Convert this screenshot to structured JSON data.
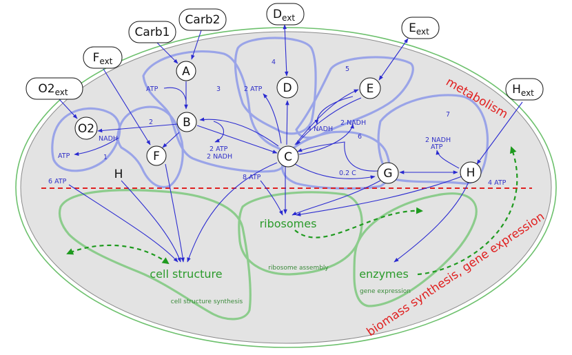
{
  "colors": {
    "arrow": "#2a2ad0",
    "pathway": "#9aa4e8",
    "biomass": "#8ccc8c",
    "green_text": "#2a9a2a",
    "divider": "#e02020",
    "cell_fill": "#e3e3e3",
    "outer_membrane": "#6cc06c"
  },
  "metabolites": {
    "A": "A",
    "B": "B",
    "C": "C",
    "D": "D",
    "E": "E",
    "F": "F",
    "G": "G",
    "H": "H",
    "O2": "O2"
  },
  "external": {
    "carb1": "Carb1",
    "carb2": "Carb2",
    "f_base": "F",
    "f_sub": "ext",
    "d_base": "D",
    "d_sub": "ext",
    "e_base": "E",
    "e_sub": "ext",
    "h_base": "H",
    "h_sub": "ext",
    "o2_base": "O2",
    "o2_sub": "ext"
  },
  "plain_h": "H",
  "pathway_numbers": [
    "1",
    "2",
    "3",
    "4",
    "5",
    "6",
    "7"
  ],
  "reaction_labels": {
    "nadh_1": "NADH",
    "atp_1": "ATP",
    "atp_a": "ATP",
    "atp2_b": "2 ATP",
    "nadh2_b": "2 NADH",
    "atp2_d": "2 ATP",
    "nadh4_c": "4 NADH",
    "nadh2_c": "2 NADH",
    "c02": "0.2 C",
    "nadh2_h": "2 NADH",
    "atp_h": "ATP",
    "atp6": "6 ATP",
    "atp8": "8 ATP",
    "atp4": "4 ATP"
  },
  "biomass": {
    "ribosomes": "ribosomes",
    "cell_structure": "cell structure",
    "enzymes": "enzymes",
    "ribosome_assembly": "ribosome assembly",
    "cell_structure_synthesis": "cell structure synthesis",
    "gene_expression": "gene expression"
  },
  "regions": {
    "metabolism": "metabolism",
    "biomass": "biomass synthesis, gene expression"
  }
}
